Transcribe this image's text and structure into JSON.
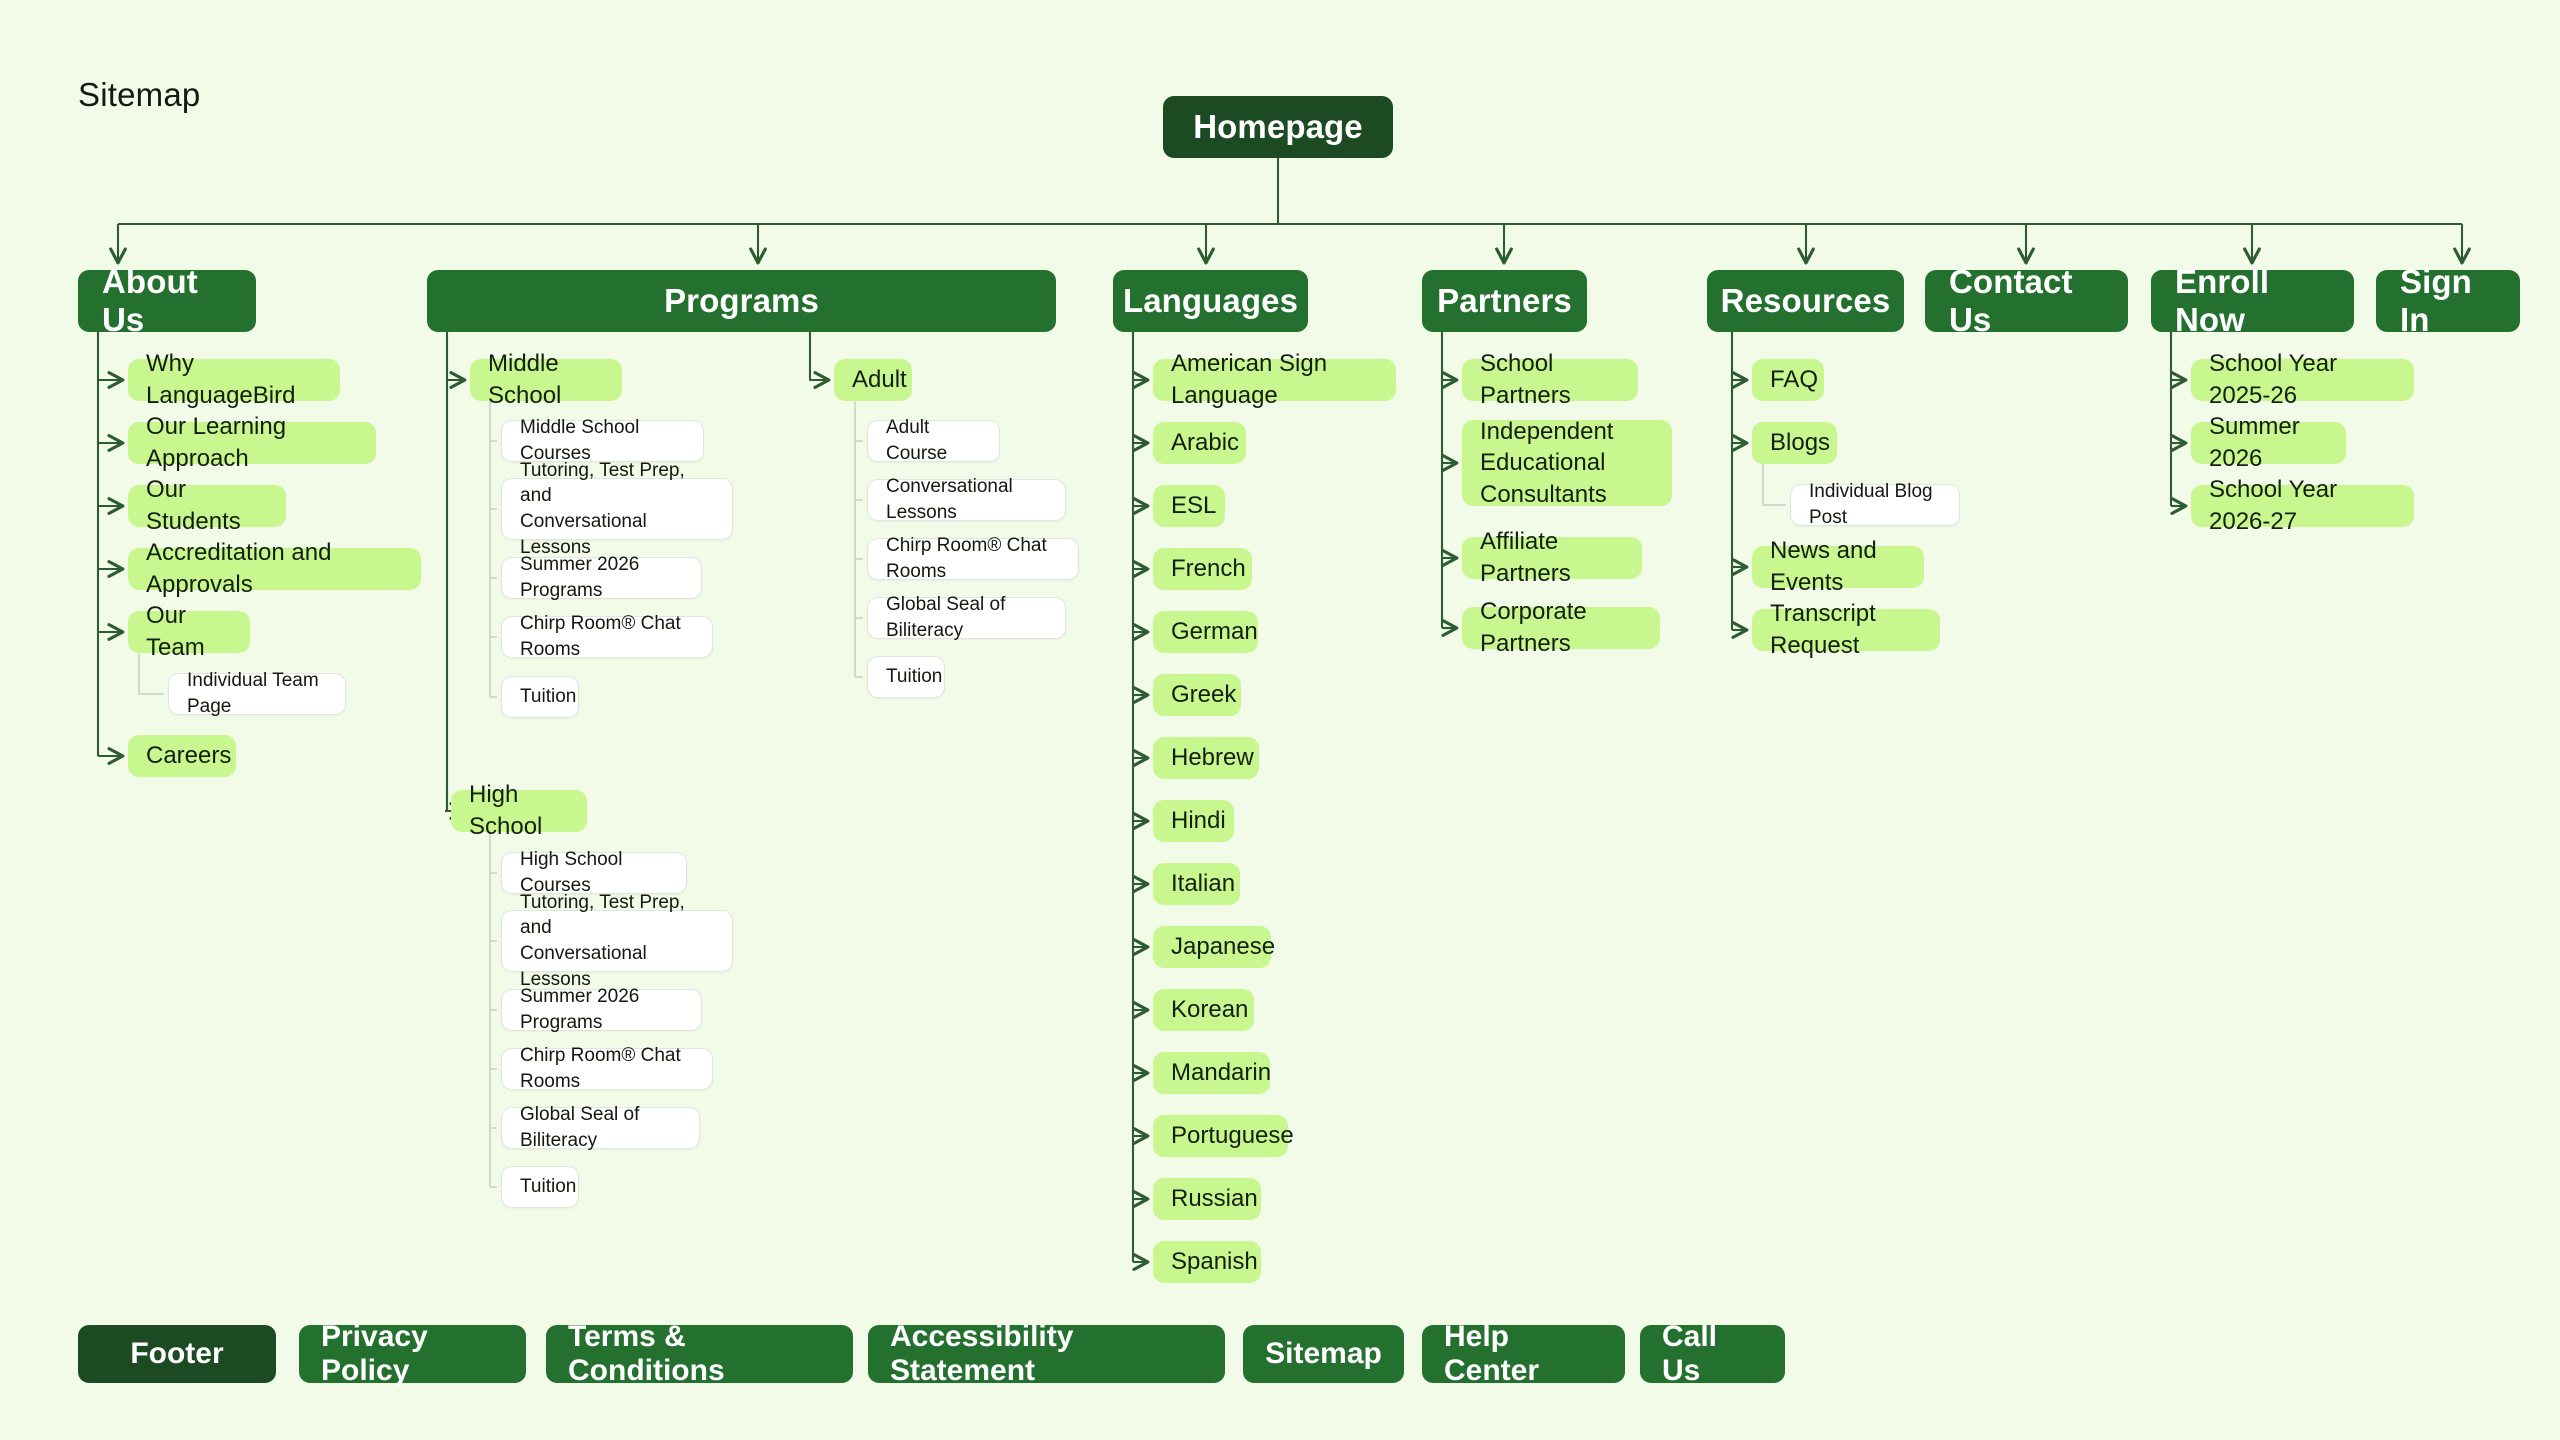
{
  "page": {
    "title": "Sitemap",
    "background": "#f2fbe8"
  },
  "colors": {
    "root_dark_green": "#1b4a23",
    "section_green": "#24702f",
    "level2_light_green": "#c9f78f",
    "level3_white": "#ffffff",
    "connector_green": "#2d5c33",
    "connector_grey": "#d4d8cf",
    "text_light": "#ffffff",
    "text_dark": "#14180f"
  },
  "root": {
    "label": "Homepage"
  },
  "sections": [
    {
      "id": "about-us",
      "label": "About Us",
      "children": [
        {
          "label": "Why LanguageBird"
        },
        {
          "label": "Our Learning Approach"
        },
        {
          "label": "Our Students"
        },
        {
          "label": "Accreditation and Approvals"
        },
        {
          "label": "Our Team",
          "children": [
            {
              "label": "Individual Team Page"
            }
          ]
        },
        {
          "label": "Careers"
        }
      ]
    },
    {
      "id": "programs",
      "label": "Programs",
      "children": [
        {
          "label": "Middle School",
          "children": [
            {
              "label": "Middle School Courses"
            },
            {
              "label": "Tutoring, Test Prep, and\nConversational Lessons"
            },
            {
              "label": "Summer 2026 Programs"
            },
            {
              "label": "Chirp Room® Chat Rooms"
            },
            {
              "label": "Tuition"
            }
          ]
        },
        {
          "label": "High School",
          "children": [
            {
              "label": "High School Courses"
            },
            {
              "label": "Tutoring, Test Prep, and\nConversational Lessons"
            },
            {
              "label": "Summer 2026 Programs"
            },
            {
              "label": "Chirp Room® Chat Rooms"
            },
            {
              "label": "Global Seal of Biliteracy"
            },
            {
              "label": "Tuition"
            }
          ]
        },
        {
          "label": "Adult",
          "children": [
            {
              "label": "Adult Course"
            },
            {
              "label": "Conversational Lessons"
            },
            {
              "label": "Chirp Room® Chat Rooms"
            },
            {
              "label": "Global Seal of Biliteracy"
            },
            {
              "label": "Tuition"
            }
          ]
        }
      ]
    },
    {
      "id": "languages",
      "label": "Languages",
      "children": [
        {
          "label": "American Sign Language"
        },
        {
          "label": "Arabic"
        },
        {
          "label": "ESL"
        },
        {
          "label": "French"
        },
        {
          "label": "German"
        },
        {
          "label": "Greek"
        },
        {
          "label": "Hebrew"
        },
        {
          "label": "Hindi"
        },
        {
          "label": "Italian"
        },
        {
          "label": "Japanese"
        },
        {
          "label": "Korean"
        },
        {
          "label": "Mandarin"
        },
        {
          "label": "Portuguese"
        },
        {
          "label": "Russian"
        },
        {
          "label": "Spanish"
        }
      ]
    },
    {
      "id": "partners",
      "label": "Partners",
      "children": [
        {
          "label": "School Partners"
        },
        {
          "label": "Independent\nEducational\nConsultants"
        },
        {
          "label": "Affiliate Partners"
        },
        {
          "label": "Corporate Partners"
        }
      ]
    },
    {
      "id": "resources",
      "label": "Resources",
      "children": [
        {
          "label": "FAQ"
        },
        {
          "label": "Blogs",
          "children": [
            {
              "label": "Individual Blog Post"
            }
          ]
        },
        {
          "label": "News and Events"
        },
        {
          "label": "Transcript Request"
        }
      ]
    },
    {
      "id": "contact-us",
      "label": "Contact Us",
      "children": []
    },
    {
      "id": "enroll-now",
      "label": "Enroll Now",
      "children": [
        {
          "label": "School Year 2025-26"
        },
        {
          "label": "Summer 2026"
        },
        {
          "label": "School Year 2026-27"
        }
      ]
    },
    {
      "id": "sign-in",
      "label": "Sign In",
      "children": []
    }
  ],
  "footer": {
    "label": "Footer",
    "links": [
      {
        "label": "Privacy Policy"
      },
      {
        "label": "Terms & Conditions"
      },
      {
        "label": "Accessibility Statement"
      },
      {
        "label": "Sitemap"
      },
      {
        "label": "Help Center"
      },
      {
        "label": "Call Us"
      }
    ]
  }
}
